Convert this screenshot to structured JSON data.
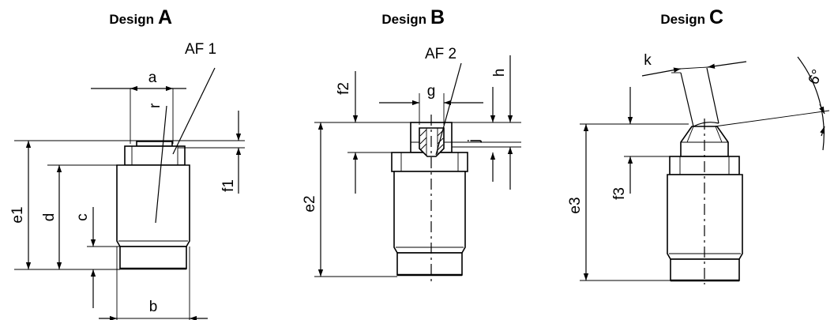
{
  "designs": [
    {
      "prefix": "Design",
      "letter": "A"
    },
    {
      "prefix": "Design",
      "letter": "B"
    },
    {
      "prefix": "Design",
      "letter": "C"
    }
  ],
  "labels": {
    "af1": "AF 1",
    "af2": "AF 2",
    "a": "a",
    "b": "b",
    "c": "c",
    "d": "d",
    "e1": "e1",
    "e2": "e2",
    "e3": "e3",
    "f1": "f1",
    "f2": "f2",
    "f3": "f3",
    "g": "g",
    "h": "h",
    "j": "j",
    "k": "k",
    "r": "r",
    "angle": "6°"
  }
}
